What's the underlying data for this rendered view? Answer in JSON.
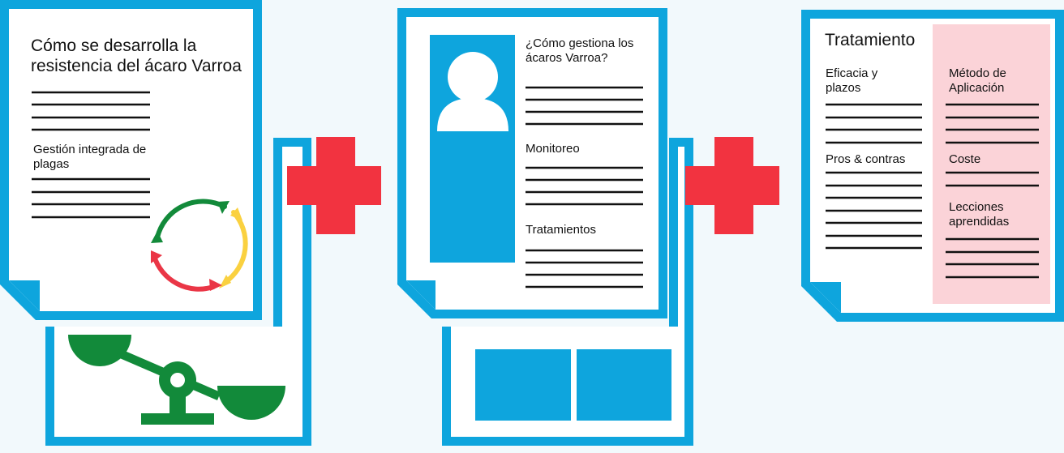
{
  "colors": {
    "frame": "#0ea5dd",
    "paper": "#ffffff",
    "background": "#f2f9fc",
    "plus": "#f23340",
    "green": "#128a3a",
    "yellow": "#fad140",
    "red": "#ea3646",
    "highlight": "#fbd3d8",
    "ink": "#111111"
  },
  "doc1": {
    "title": "Cómo se desarrolla la resistencia del ácaro Varroa",
    "section": "Gestión integrada de plagas",
    "icons": [
      "cycle-arrows-icon",
      "balance-scale-icon"
    ]
  },
  "doc2": {
    "question": "¿Cómo gestiona los ácaros Varroa?",
    "section_monitoring": "Monitoreo",
    "section_treatments": "Tratamientos",
    "icons": [
      "person-silhouette-icon"
    ]
  },
  "doc3": {
    "title": "Tratamiento",
    "left_col": {
      "efficacy": "Eficacia y plazos",
      "pros_cons": "Pros & contras"
    },
    "right_col": {
      "method": "Método de Aplicación",
      "cost": "Coste",
      "lessons": "Lecciones aprendidas"
    }
  },
  "connectors": [
    "plus-icon",
    "plus-icon"
  ]
}
